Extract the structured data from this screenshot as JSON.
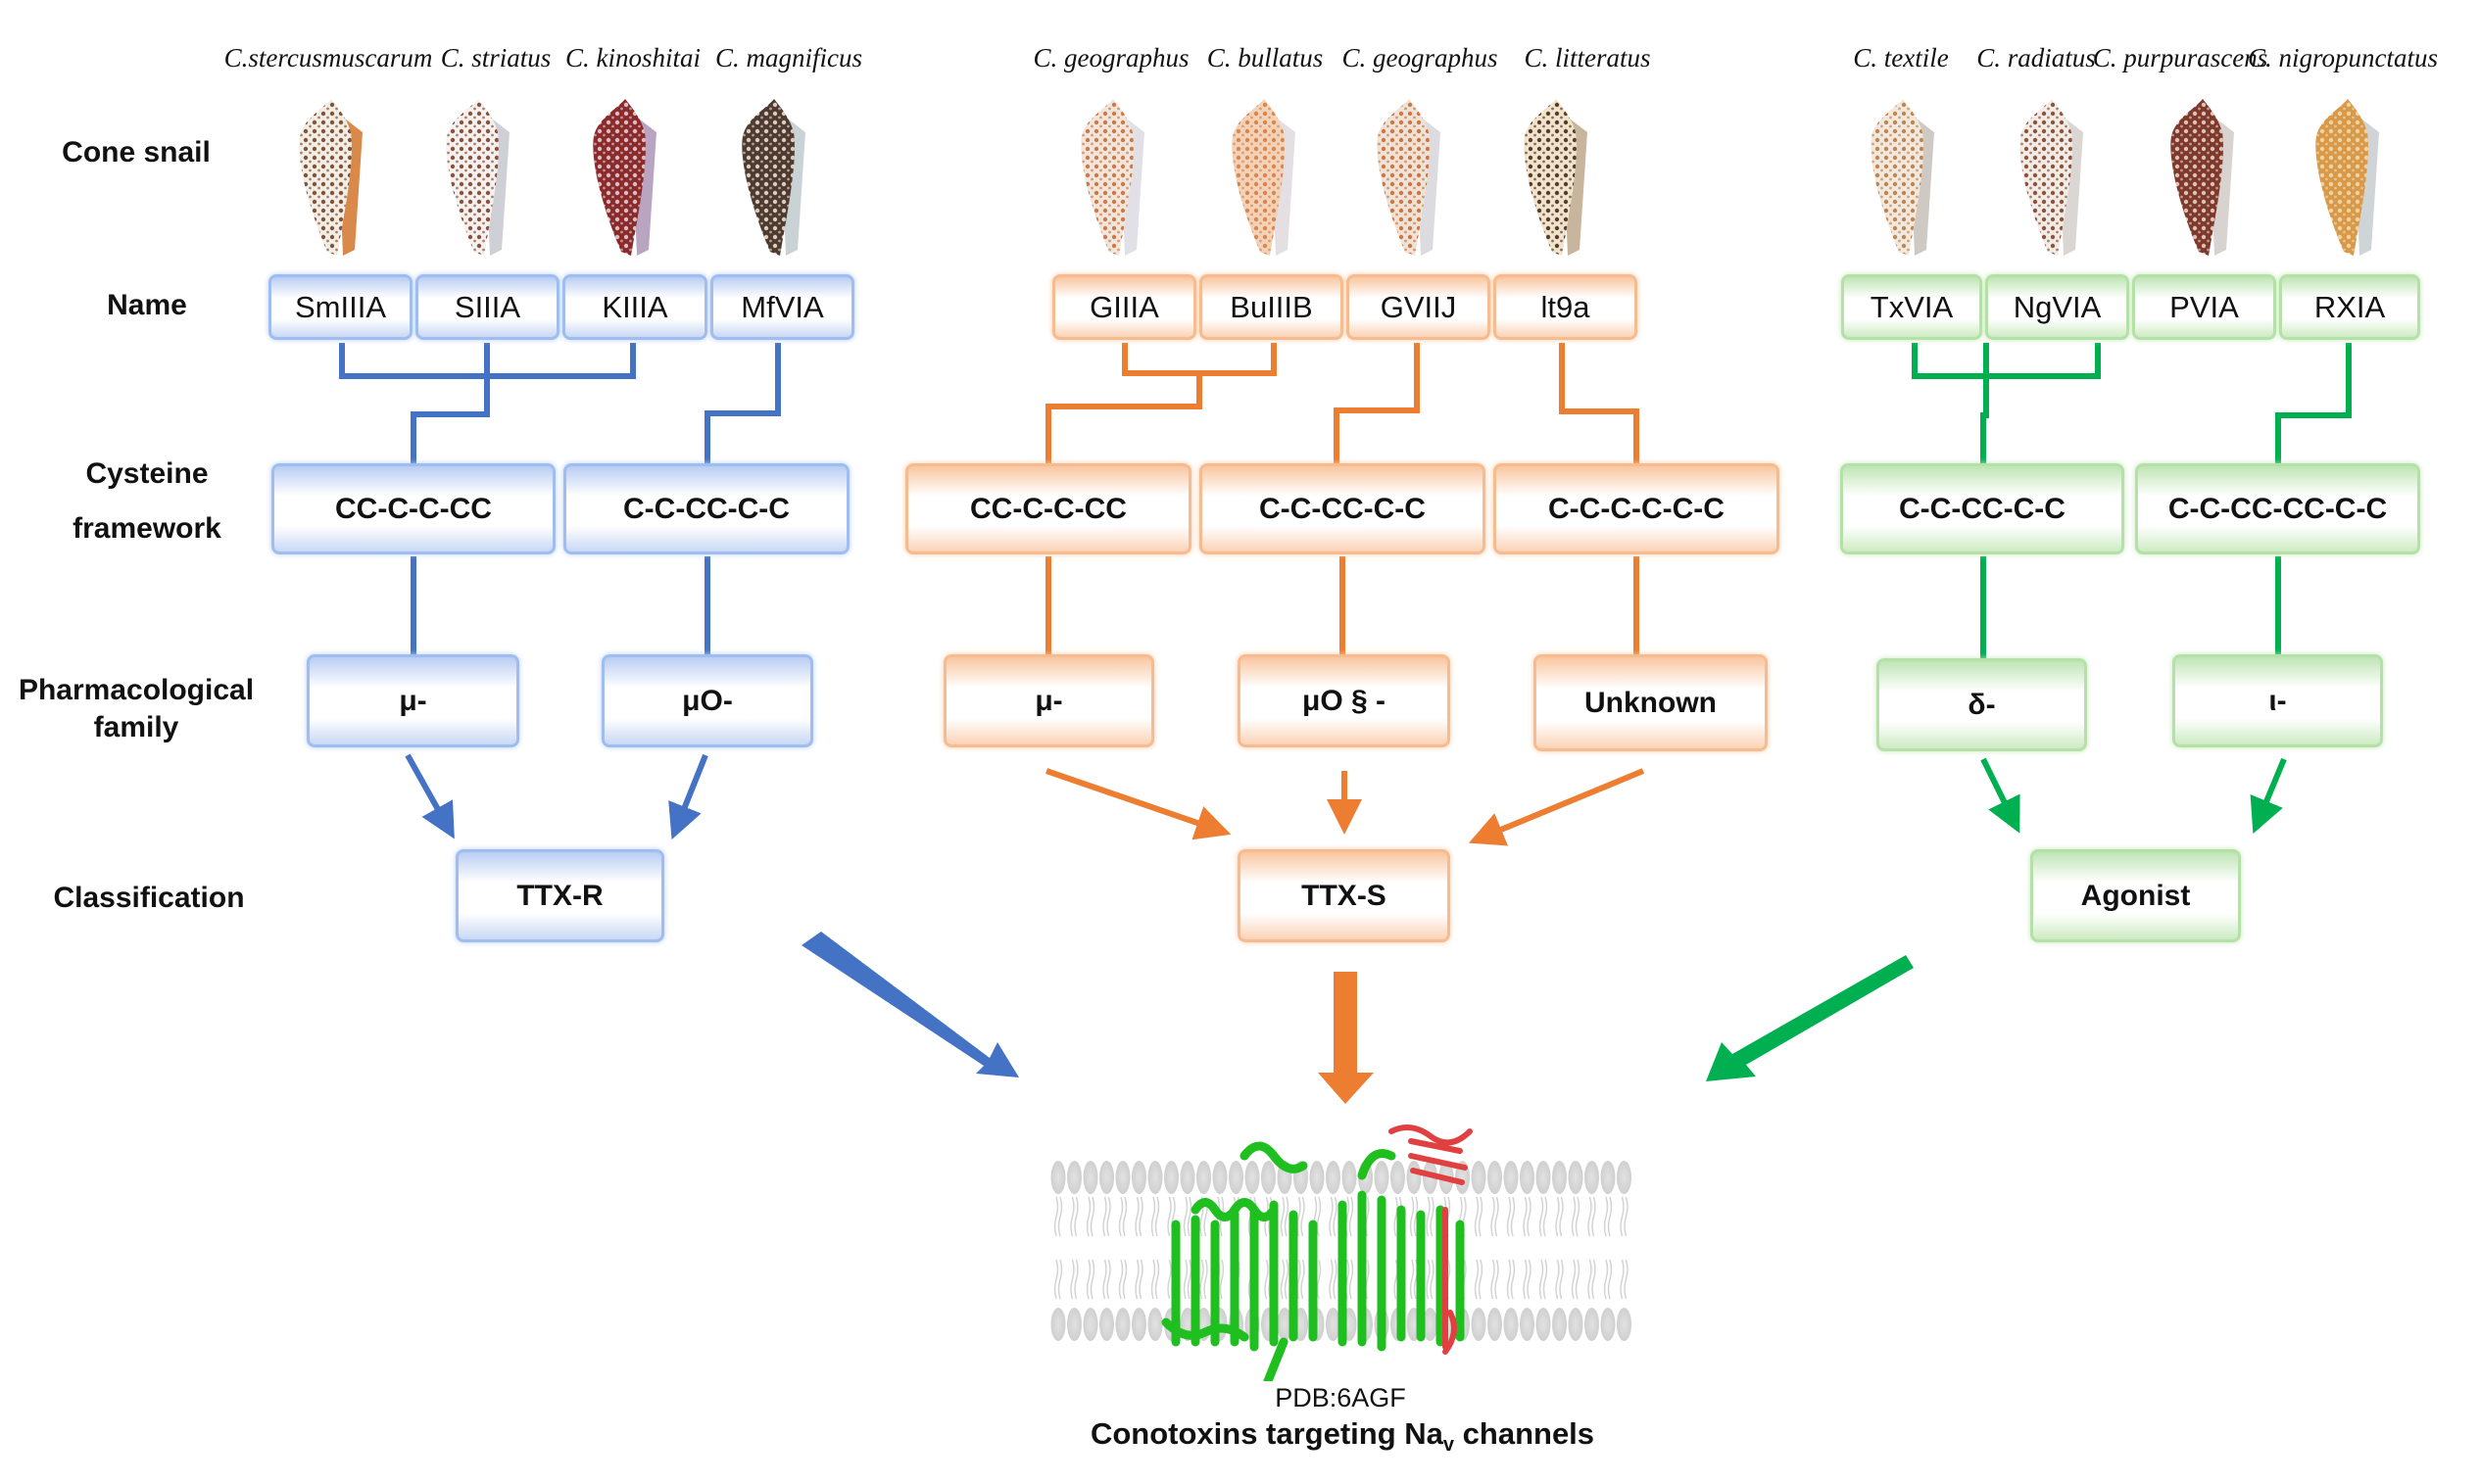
{
  "row_labels": {
    "cone_snail": "Cone snail",
    "name": "Name",
    "cysteine_line1": "Cysteine",
    "cysteine_line2": "framework",
    "pharm_line1": "Pharmacological",
    "pharm_line2": "family",
    "classification": "Classification"
  },
  "colors": {
    "blue": "#4472c4",
    "orange": "#ed7d31",
    "green": "#00b050",
    "protein_green": "#22cc22",
    "protein_red": "#e03c3c"
  },
  "groups": [
    {
      "color": "blue",
      "species": [
        "C.stercusmuscarum",
        "C. striatus",
        "C. kinoshitai",
        "C. magnificus"
      ],
      "names": [
        "SmIIIA",
        "SIIIA",
        "KIIIA",
        "MfVIA"
      ],
      "frameworks": [
        "CC-C-C-CC",
        "C-C-CC-C-C"
      ],
      "families": [
        "μ-",
        "μO-"
      ],
      "classification": "TTX-R"
    },
    {
      "color": "orange",
      "species": [
        "C. geographus",
        "C. bullatus",
        "C. geographus",
        "C. litteratus"
      ],
      "names": [
        "GIIIA",
        "BuIIIB",
        "GVIIJ",
        "lt9a"
      ],
      "frameworks": [
        "CC-C-C-CC",
        "C-C-CC-C-C",
        "C-C-C-C-C-C"
      ],
      "families": [
        "μ-",
        "μO § -",
        "Unknown"
      ],
      "classification": "TTX-S"
    },
    {
      "color": "green",
      "species": [
        "C. textile",
        "C. radiatus",
        "C. purpurascens",
        "C. nigropunctatus"
      ],
      "names": [
        "TxVIA",
        "NgVIA",
        "PVIA",
        "RXIA"
      ],
      "frameworks": [
        "C-C-CC-C-C",
        "C-C-CC-CC-C-C"
      ],
      "families": [
        "δ-",
        "ι-"
      ],
      "classification": "Agonist"
    }
  ],
  "structure": {
    "pdb_label": "PDB:6AGF",
    "title_prefix": "Conotoxins targeting Na",
    "title_subscript": "v",
    "title_suffix": " channels"
  }
}
